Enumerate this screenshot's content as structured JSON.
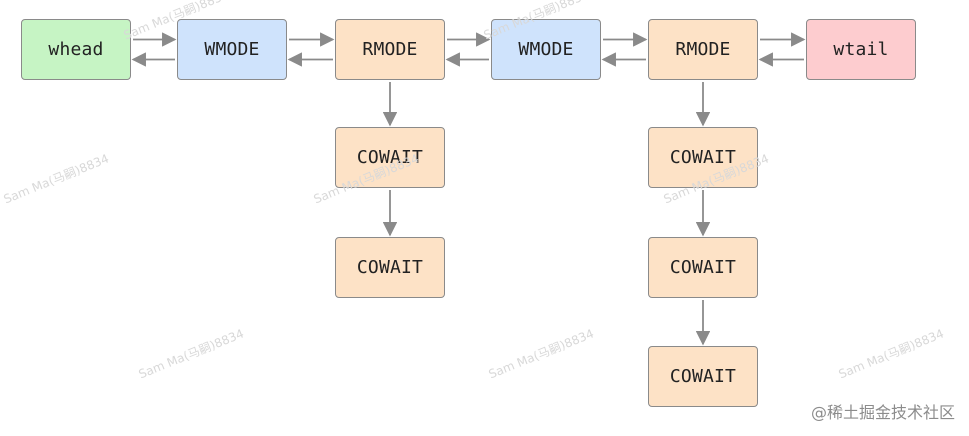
{
  "diagram": {
    "colors": {
      "head_fill": "#c6f4c4",
      "write_fill": "#cfe3fc",
      "read_fill": "#fde2c6",
      "tail_fill": "#fdcccf",
      "border": "#8a8a8a",
      "arrow": "#8a8a8a"
    },
    "nodes": {
      "whead": {
        "label": "whead"
      },
      "wmode1": {
        "label": "WMODE"
      },
      "rmode1": {
        "label": "RMODE"
      },
      "wmode2": {
        "label": "WMODE"
      },
      "rmode2": {
        "label": "RMODE"
      },
      "wtail": {
        "label": "wtail"
      },
      "cowait1a": {
        "label": "COWAIT"
      },
      "cowait1b": {
        "label": "COWAIT"
      },
      "cowait2a": {
        "label": "COWAIT"
      },
      "cowait2b": {
        "label": "COWAIT"
      },
      "cowait2c": {
        "label": "COWAIT"
      }
    },
    "edges": [
      {
        "from": "whead",
        "to": "wmode1",
        "type": "bidirectional"
      },
      {
        "from": "wmode1",
        "to": "rmode1",
        "type": "bidirectional"
      },
      {
        "from": "rmode1",
        "to": "wmode2",
        "type": "bidirectional"
      },
      {
        "from": "wmode2",
        "to": "rmode2",
        "type": "bidirectional"
      },
      {
        "from": "rmode2",
        "to": "wtail",
        "type": "bidirectional"
      },
      {
        "from": "rmode1",
        "to": "cowait1a",
        "type": "down"
      },
      {
        "from": "cowait1a",
        "to": "cowait1b",
        "type": "down"
      },
      {
        "from": "rmode2",
        "to": "cowait2a",
        "type": "down"
      },
      {
        "from": "cowait2a",
        "to": "cowait2b",
        "type": "down"
      },
      {
        "from": "cowait2b",
        "to": "cowait2c",
        "type": "down"
      }
    ]
  },
  "watermarks": {
    "text": "Sam Ma(马嗣)8834",
    "count": 8
  },
  "brand": {
    "text": "@稀土掘金技术社区"
  }
}
